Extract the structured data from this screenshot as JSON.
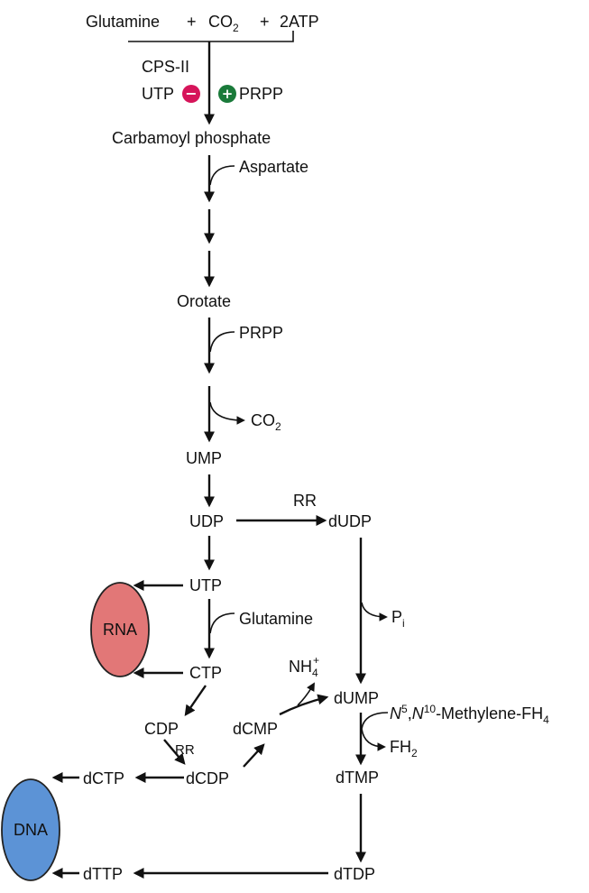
{
  "colors": {
    "inhibit": "#d6145a",
    "activate": "#1a7a3a",
    "rna_fill": "#e27777",
    "dna_fill": "#5c93d6",
    "ink": "#111111"
  },
  "labels": {
    "glutamine_reactant": "Glutamine",
    "plus1": "+",
    "co2_reactant": "CO",
    "co2_reactant_sub": "2",
    "plus2": "+",
    "atp_reactant": "2ATP",
    "cps": "CPS-II",
    "utp_regulator": "UTP",
    "inhibit_sign": "−",
    "activate_sign": "+",
    "prpp_regulator": "PRPP",
    "carbamoyl_phosphate": "Carbamoyl phosphate",
    "aspartate": "Aspartate",
    "orotate": "Orotate",
    "prpp": "PRPP",
    "co2_product": "CO",
    "co2_product_sub": "2",
    "ump": "UMP",
    "udp": "UDP",
    "rr_top": "RR",
    "dudp": "dUDP",
    "utp": "UTP",
    "rna": "RNA",
    "glutamine": "Glutamine",
    "pi": "P",
    "pi_sub": "i",
    "ctp": "CTP",
    "nh4": "NH",
    "nh4_sub": "4",
    "nh4_sup": "+",
    "dump": "dUMP",
    "methylene_n5": "N",
    "methylene_n5_sup": "5",
    "methylene_comma": ",",
    "methylene_n10": "N",
    "methylene_n10_sup": "10",
    "methylene_rest": "-Methylene-FH",
    "methylene_sub": "4",
    "fh2": "FH",
    "fh2_sub": "2",
    "cdp": "CDP",
    "dcmp": "dCMP",
    "rr_bottom": "RR",
    "dctp": "dCTP",
    "dcdp": "dCDP",
    "dtmp": "dTMP",
    "dna": "DNA",
    "dttp": "dTTP",
    "dtdp": "dTDP"
  }
}
